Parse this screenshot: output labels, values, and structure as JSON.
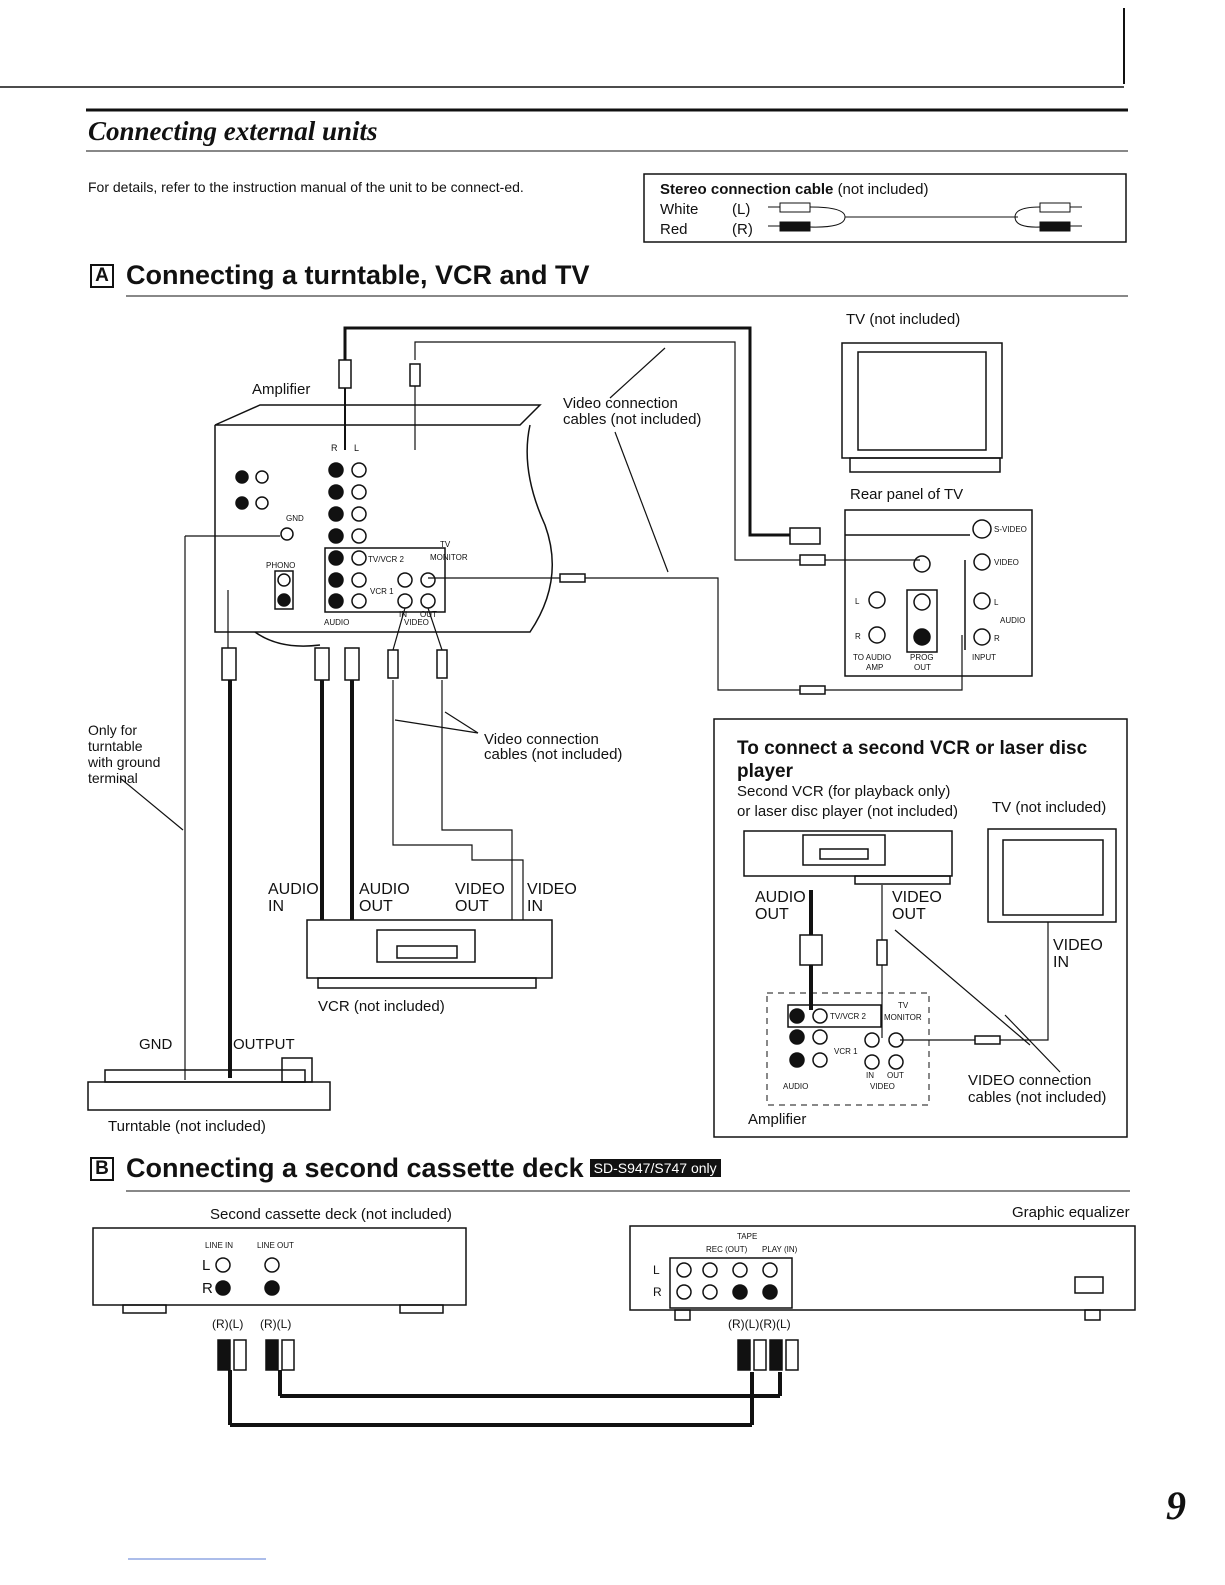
{
  "page_number": "9",
  "section_title": "Connecting external units",
  "intro_text": "For details, refer to the instruction manual of the unit to be connect-ed.",
  "cable_box": {
    "title": "Stereo connection cable",
    "note": "(not included)",
    "white_label": "White",
    "white_ch": "(L)",
    "red_label": "Red",
    "red_ch": "(R)"
  },
  "section_a": {
    "letter": "A",
    "title": "Connecting a turntable, VCR and TV",
    "labels": {
      "tv_not_included": "TV (not included)",
      "amplifier": "Amplifier",
      "video_cables_top_1": "Video connection",
      "video_cables_top_2": "cables (not included)",
      "rear_panel": "Rear panel of TV",
      "video_cables_mid_1": "Video connection",
      "video_cables_mid_2": "cables (not included)",
      "only_for_1": "Only for",
      "only_for_2": "turntable",
      "only_for_3": "with ground",
      "only_for_4": "terminal",
      "audio_in_1": "AUDIO",
      "audio_in_2": "IN",
      "audio_out_1": "AUDIO",
      "audio_out_2": "OUT",
      "video_out_1": "VIDEO",
      "video_out_2": "OUT",
      "video_in_1": "VIDEO",
      "video_in_2": "IN",
      "vcr_not_included": "VCR (not included)",
      "gnd": "GND",
      "output": "OUTPUT",
      "turntable_not_included": "Turntable (not included)",
      "amp_r": "R",
      "amp_l": "L",
      "amp_gnd": "GND",
      "amp_phono": "PHONO",
      "amp_tv": "TV",
      "amp_monitor": "MONITOR",
      "amp_tvvcr2": "TV/VCR 2",
      "amp_vcr1": "VCR 1",
      "amp_in": "IN",
      "amp_out": "OUT",
      "amp_audio": "AUDIO",
      "amp_video": "VIDEO",
      "tv_svideo": "S-VIDEO",
      "tv_video": "VIDEO",
      "tv_l": "L",
      "tv_r": "R",
      "tv_audio": "AUDIO",
      "tv_input": "INPUT",
      "tv_to_audio_amp_1": "TO AUDIO",
      "tv_to_audio_amp_2": "AMP",
      "tv_prog_out_1": "PROG",
      "tv_prog_out_2": "OUT"
    },
    "inset": {
      "title_1": "To connect a second VCR or laser disc",
      "title_2": "player",
      "sub_1": "Second VCR (for playback only)",
      "sub_2": "or laser disc player (not included)",
      "tv_not_included": "TV (not included)",
      "audio_out_1": "AUDIO",
      "audio_out_2": "OUT",
      "video_out_1": "VIDEO",
      "video_out_2": "OUT",
      "video_in_1": "VIDEO",
      "video_in_2": "IN",
      "video_cables_1": "VIDEO connection",
      "video_cables_2": "cables (not included)",
      "amplifier": "Amplifier",
      "amp_tv": "TV",
      "amp_monitor": "MONITOR",
      "amp_tvvcr2": "TV/VCR 2",
      "amp_vcr1": "VCR 1",
      "amp_audio": "AUDIO",
      "amp_video": "VIDEO",
      "amp_in": "IN",
      "amp_out": "OUT"
    }
  },
  "section_b": {
    "letter": "B",
    "title": "Connecting a second cassette deck",
    "badge": "SD-S947/S747 only",
    "second_deck": "Second cassette deck (not included)",
    "graphic_eq": "Graphic equalizer",
    "line_in": "LINE IN",
    "line_out": "LINE OUT",
    "deck_l": "L",
    "deck_r": "R",
    "deck_rl_1": "(R)(L)",
    "deck_rl_2": "(R)(L)",
    "tape": "TAPE",
    "rec_out": "REC (OUT)",
    "play_in": "PLAY (IN)",
    "eq_l": "L",
    "eq_r": "R",
    "eq_rlrl": "(R)(L)(R)(L)"
  }
}
